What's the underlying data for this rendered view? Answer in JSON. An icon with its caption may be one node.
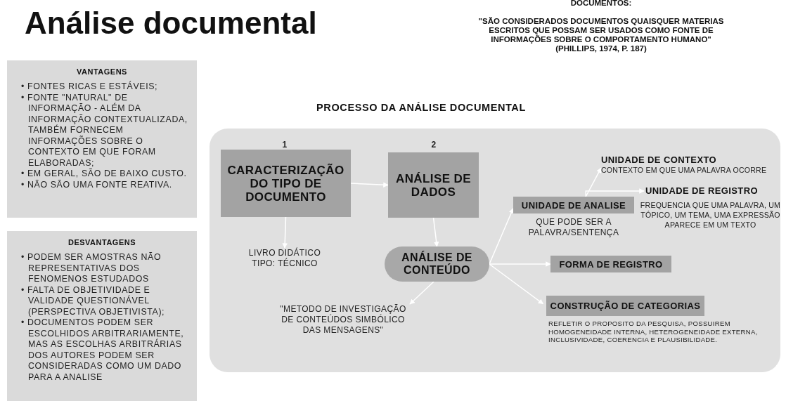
{
  "diagram": {
    "title": "Análise documental",
    "nodes": [
      {
        "text": [
          "VANTAGENS",
          "• FONTES RICAS E ESTÁVEIS;",
          "• FONTE \"NATURAL\" DE INFORMAÇÃO - ALÉM DA INFORMAÇÃO CONTEXTUALIZADA, TAMBÉM FORNECEM INFORMAÇÕES SOBRE O CONTEXTO EM QUE FORAM ELABORADAS;",
          "• EM GERAL, SÃO DE BAIXO CUSTO.",
          "• NÃO SÃO UMA FONTE REATIVA."
        ]
      },
      {
        "text": [
          "DESVANTAGENS",
          "• PODEM SER AMOSTRAS NÃO REPRESENTATIVAS DOS FENOMENOS ESTUDADOS",
          "• FALTA DE OBJETIVIDADE E VALIDADE QUESTIONÁVEL (PERSPECTIVA OBJETIVISTA);",
          "• DOCUMENTOS PODEM SER ESCOLHIDOS ARBITRARIAMENTE, MAS AS ESCOLHAS ARBITRÁRIAS DOS AUTORES PODEM SER CONSIDERADAS COMO UM DADO PARA A ANALISE"
        ]
      },
      {
        "text": [
          "PROCESSO DA ANÁLISE DOCUMENTAL"
        ]
      },
      {
        "text": [
          "CARACTERIZAÇÃO DO TIPO DE DOCUMENTO"
        ],
        "beside": [
          "1"
        ],
        "in": 2
      },
      {
        "text": [
          "ANÁLISE DE DADOS"
        ],
        "beside": [
          "2"
        ],
        "in": 2
      },
      {
        "text": [
          "LIVRO DIDÁTICO TIPO: TÉCNICO"
        ],
        "in": 2
      },
      {
        "text": [
          "ANÁLISE DE CONTEÚDO"
        ],
        "in": 2
      },
      {
        "text": [
          "\"METODO DE INVESTIGAÇÃO DE CONTEÚDOS SIMBÓLICO DAS MENSAGENS\""
        ],
        "in": 2
      },
      {
        "text": [
          "UNIDADE DE ANALISE"
        ],
        "beside": [
          "QUE PODE SER A PALAVRA/SENTENÇA"
        ],
        "in": 2
      },
      {
        "text": [
          "UNIDADE DE CONTEXTO",
          "CONTEXTO EM QUE UMA PALAVRA OCORRE"
        ],
        "in": 2
      },
      {
        "text": [
          "UNIDADE DE REGISTRO",
          "FREQUENCIA QUE UMA PALAVRA, UM TÓPICO, UM TEMA, UMA EXPRESSÃO APARECE EM UM TEXTO"
        ],
        "in": 2
      },
      {
        "text": [
          "FORMA DE REGISTRO"
        ],
        "in": 2
      },
      {
        "text": [
          "CONSTRUÇÃO DE CATEGORIAS"
        ],
        "beside": [
          "REFLETIR O PROPOSITO DA PESQUISA, POSSUIREM HOMOGENEIDADE INTERNA, HETEROGENEIDADE EXTERNA, INCLUSIVIDADE, COERENCIA E PLAUSIBILIDADE."
        ],
        "in": 2
      }
    ],
    "edges": [
      {
        "from": 3,
        "to": 4,
        "arrow": "to"
      },
      {
        "from": 3,
        "to": 5,
        "arrow": "to"
      },
      {
        "from": 4,
        "to": 6,
        "arrow": "to"
      },
      {
        "from": 6,
        "to": 7,
        "arrow": "to"
      },
      {
        "from": 6,
        "to": 8,
        "arrow": "to"
      },
      {
        "from": 6,
        "to": 11,
        "arrow": "to"
      },
      {
        "from": 6,
        "to": 12,
        "arrow": "to"
      },
      {
        "from": 8,
        "to": 9,
        "arrow": "to"
      },
      {
        "from": 8,
        "to": 10,
        "arrow": "to"
      }
    ],
    "labels": [
      "DOCUMENTOS:",
      "\"SÃO CONSIDERADOS DOCUMENTOS QUAISQUER MATERIAS ESCRITOS QUE POSSAM SER USADOS COMO FONTE DE INFORMAÇÕES SOBRE O COMPORTAMENTO HUMANO\" (PHILLIPS, 1974, P. 187)"
    ]
  }
}
